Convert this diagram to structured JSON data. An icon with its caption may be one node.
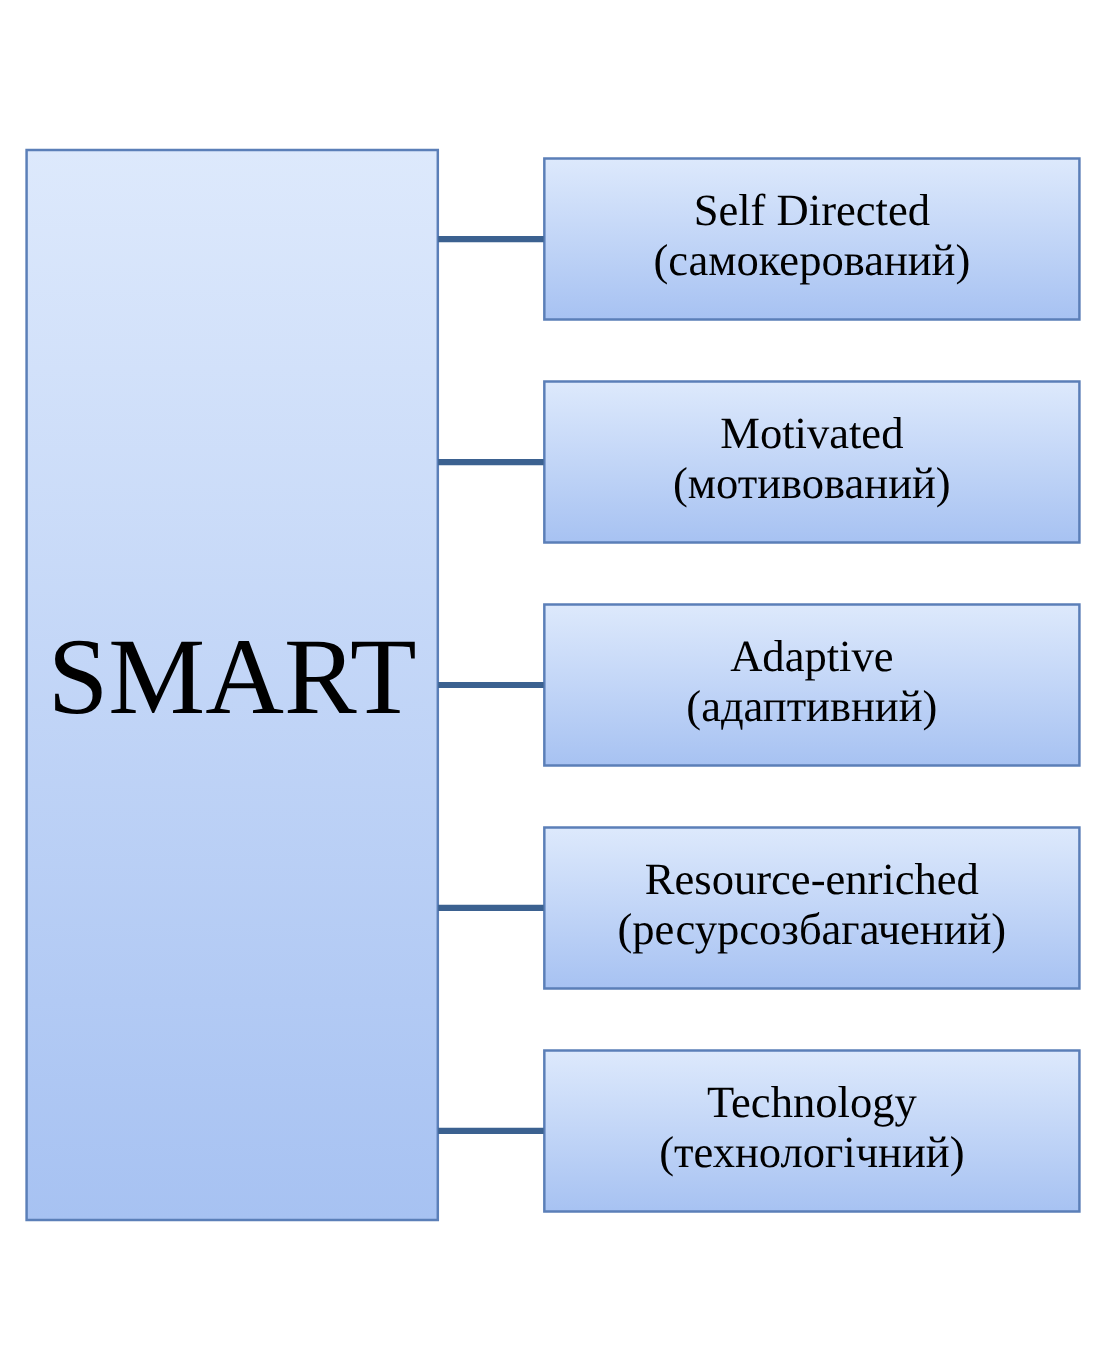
{
  "diagram": {
    "nodes": [
      {
        "text": [
          "SMART"
        ]
      },
      {
        "text": [
          "Self Directed",
          "(самокерований)"
        ]
      },
      {
        "text": [
          "Motivated",
          "(мотивований)"
        ]
      },
      {
        "text": [
          "Adaptive",
          "(адаптивний)"
        ]
      },
      {
        "text": [
          "Resource-enriched",
          "(ресурсозбагачений)"
        ]
      },
      {
        "text": [
          "Technology",
          "(технологічний)"
        ]
      }
    ],
    "edges": [
      {
        "from": 0,
        "to": 1,
        "arrow": "none"
      },
      {
        "from": 0,
        "to": 2,
        "arrow": "none"
      },
      {
        "from": 0,
        "to": 3,
        "arrow": "none"
      },
      {
        "from": 0,
        "to": 4,
        "arrow": "none"
      },
      {
        "from": 0,
        "to": 5,
        "arrow": "none"
      }
    ]
  }
}
